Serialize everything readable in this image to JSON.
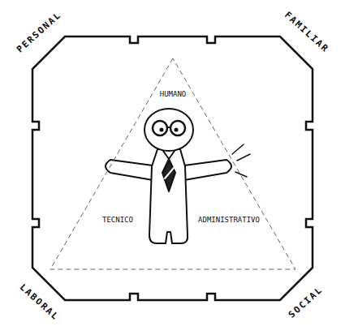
{
  "diagram": {
    "nodes": [
      {
        "text": [
          "PERSONAL",
          "FAMILIAR",
          "LABORAL",
          "SOCIAL"
        ]
      },
      {
        "text": [
          "HUMANO",
          "TECNICO",
          "ADMINISTRATIVO"
        ],
        "in": 0
      }
    ]
  }
}
